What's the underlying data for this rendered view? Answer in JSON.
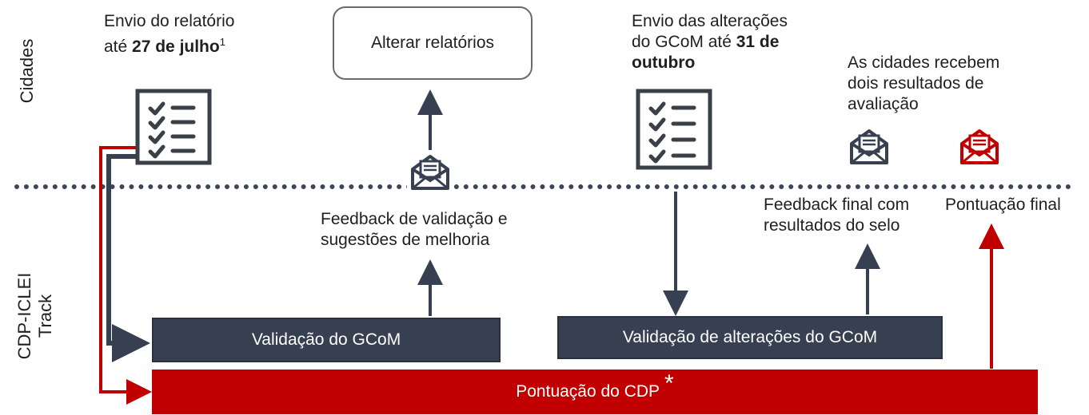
{
  "lanes": {
    "top": "Cidades",
    "bottom_line1": "CDP-ICLEI",
    "bottom_line2": "Track"
  },
  "top_texts": {
    "envio_line1": "Envio do relatório",
    "envio_line2_pre": "até ",
    "envio_line2_bold": "27 de julho",
    "envio_sup": "1",
    "alterar_box": "Alterar relatórios",
    "alteracoes_line1": "Envio das alterações",
    "alteracoes_line2_pre": "do GCoM até ",
    "alteracoes_line2_bold": "31 de",
    "alteracoes_line3_bold": "outubro",
    "resultados_line1": "As cidades recebem",
    "resultados_line2": "dois resultados de",
    "resultados_line3": "avaliação"
  },
  "bottom_texts": {
    "feedback_validacao_line1": "Feedback de validação e",
    "feedback_validacao_line2": "sugestões de melhoria",
    "feedback_final_line1": "Feedback final com",
    "feedback_final_line2": "resultados do selo",
    "pontuacao_final": "Pontuação final"
  },
  "bars": {
    "validacao": "Validação do GCoM",
    "validacao_alteracoes": "Validação de alterações do GCoM",
    "pontuacao_cdp": "Pontuação do CDP",
    "pontuacao_cdp_mark": "*"
  },
  "colors": {
    "navy": "#364051",
    "red": "#c00000"
  },
  "icons": [
    "checklist-icon",
    "envelope-icon",
    "checklist-icon",
    "envelope-icon",
    "envelope-icon-red"
  ]
}
